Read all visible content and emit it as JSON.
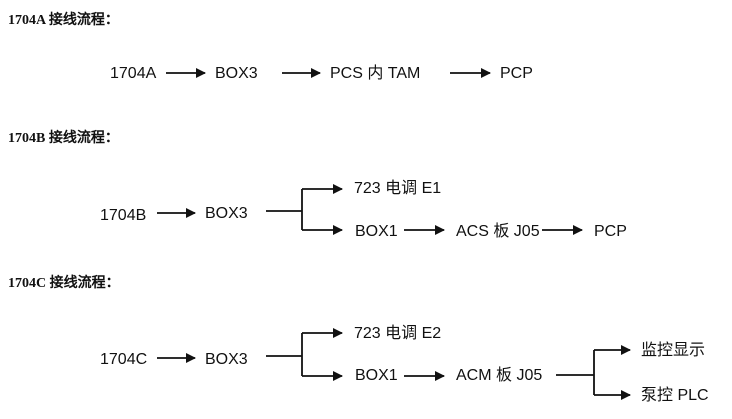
{
  "headings": {
    "a": "1704A 接线流程：",
    "b": "1704B 接线流程：",
    "c": "1704C 接线流程："
  },
  "flow_a": {
    "n1": "1704A",
    "n2": "BOX3",
    "n3": "PCS 内 TAM",
    "n4": "PCP"
  },
  "flow_b": {
    "n1": "1704B",
    "n2": "BOX3",
    "n3": "723 电调 E1",
    "n4": "BOX1",
    "n5": "ACS 板 J05",
    "n6": "PCP"
  },
  "flow_c": {
    "n1": "1704C",
    "n2": "BOX3",
    "n3": "723 电调 E2",
    "n4": "BOX1",
    "n5": "ACM 板 J05",
    "n6": "监控显示",
    "n7": "泵控 PLC"
  }
}
